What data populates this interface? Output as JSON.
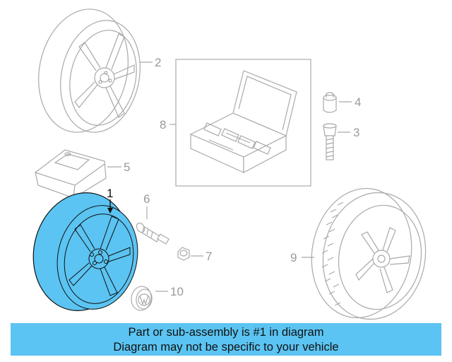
{
  "diagram": {
    "callouts": {
      "c1": "1",
      "c2": "2",
      "c3": "3",
      "c4": "4",
      "c5": "5",
      "c6": "6",
      "c7": "7",
      "c8": "8",
      "c9": "9",
      "c10": "10"
    },
    "highlight_color": "#5bc4f2",
    "line_color": "#a9a9a9"
  },
  "banner": {
    "line1": "Part or sub-assembly is #1 in diagram",
    "line2": "Diagram may not be specific to your vehicle",
    "color": "#5bc4f2"
  }
}
